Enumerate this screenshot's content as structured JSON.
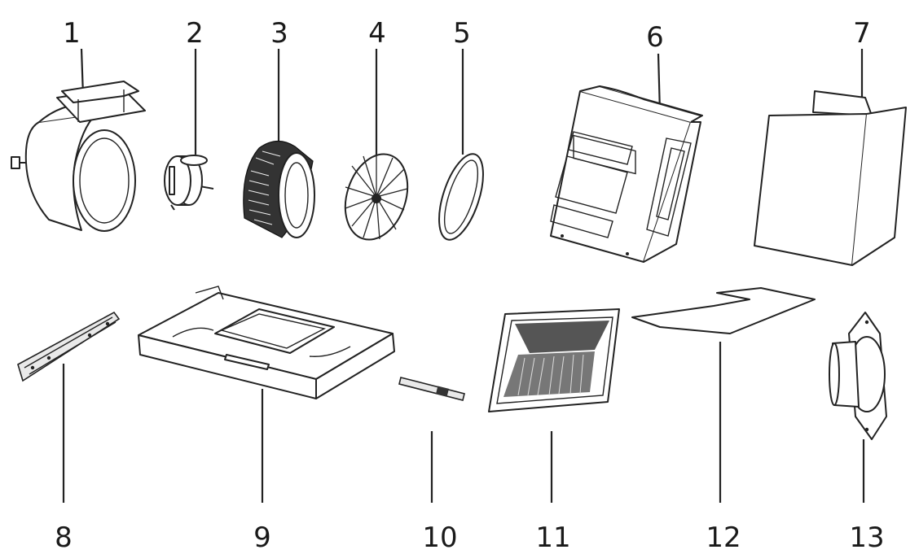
{
  "parts": [
    {
      "id": "part-1",
      "label": "1"
    },
    {
      "id": "part-2",
      "label": "2"
    },
    {
      "id": "part-3",
      "label": "3"
    },
    {
      "id": "part-4",
      "label": "4"
    },
    {
      "id": "part-5",
      "label": "5"
    },
    {
      "id": "part-6",
      "label": "6"
    },
    {
      "id": "part-7",
      "label": "7"
    },
    {
      "id": "part-8",
      "label": "8"
    },
    {
      "id": "part-9",
      "label": "9"
    },
    {
      "id": "part-10",
      "label": "10"
    },
    {
      "id": "part-11",
      "label": "11"
    },
    {
      "id": "part-12",
      "label": "12"
    },
    {
      "id": "part-13",
      "label": "13"
    }
  ]
}
